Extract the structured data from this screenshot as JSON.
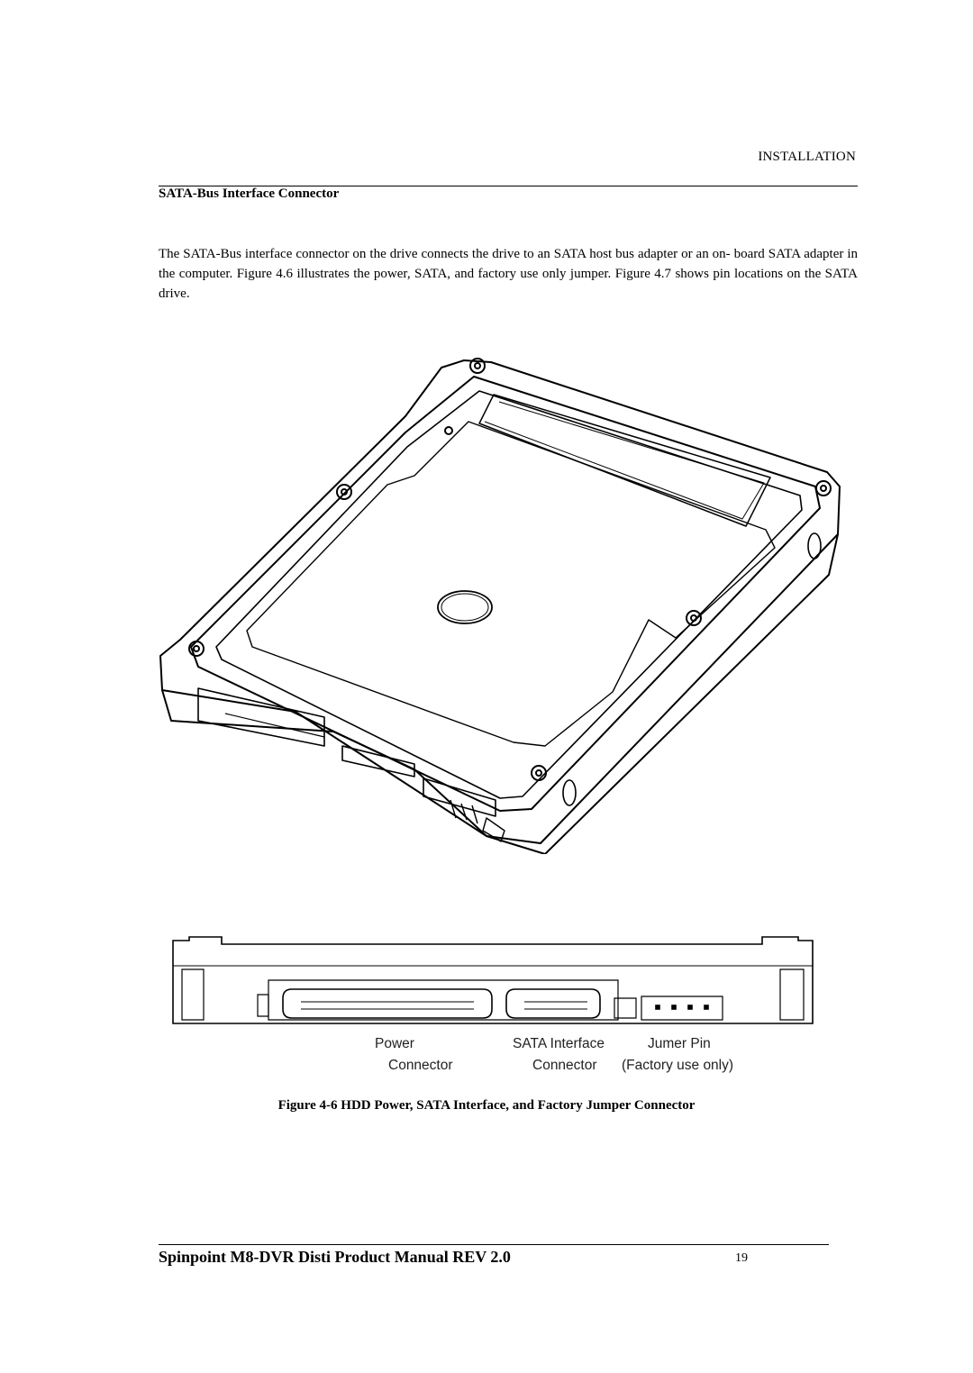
{
  "header": {
    "section": "INSTALLATION"
  },
  "section": {
    "heading": "SATA-Bus Interface Connector",
    "paragraph": "The SATA-Bus interface connector on the drive connects the drive to an SATA host bus adapter or an on- board SATA adapter in the computer. Figure 4.6 illustrates the power, SATA, and factory use only jumper. Figure 4.7 shows pin locations on the SATA drive."
  },
  "figure": {
    "labels": {
      "power_1": "Power",
      "power_2": "Connector",
      "sata_1": "SATA Interface",
      "sata_2": "Connector",
      "jumper_1": "Jumer Pin",
      "jumper_2": "(Factory use only)"
    },
    "caption": "Figure 4-6 HDD Power, SATA Interface, and Factory Jumper Connector"
  },
  "footer": {
    "title": "Spinpoint M8-DVR Disti Product Manual REV 2.0",
    "page_number": "19"
  }
}
